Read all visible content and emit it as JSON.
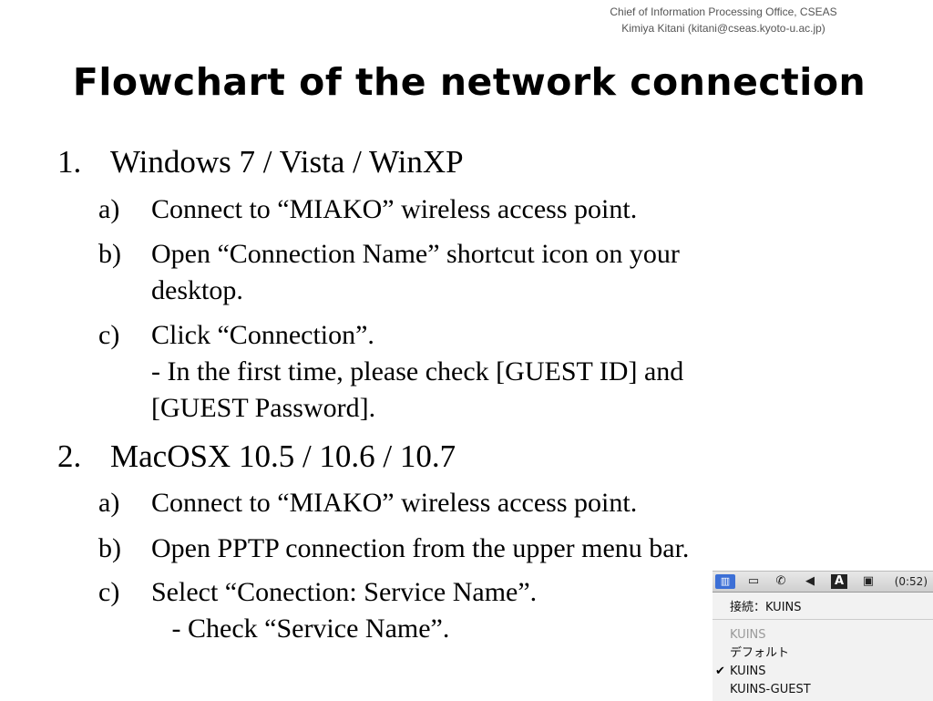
{
  "header": {
    "office": "Chief of Information Processing Office, CSEAS",
    "contact": "Kimiya Kitani (kitani@cseas.kyoto-u.ac.jp)"
  },
  "title": "Flowchart of the network connection",
  "sections": [
    {
      "number": "1.",
      "heading": "Windows 7 / Vista / WinXP",
      "steps": [
        {
          "marker": "a)",
          "lines": [
            "Connect to “MIAKO” wireless access point."
          ]
        },
        {
          "marker": "b)",
          "lines": [
            "Open “Connection Name” shortcut icon on your",
            "desktop."
          ]
        },
        {
          "marker": "c)",
          "lines": [
            "Click “Connection”.",
            "- In the first time, please check [GUEST ID] and",
            "[GUEST Password]."
          ]
        }
      ]
    },
    {
      "number": "2.",
      "heading": "MacOSX 10.5 / 10.6 / 10.7",
      "steps": [
        {
          "marker": "a)",
          "lines": [
            "Connect to “MIAKO” wireless access point."
          ]
        },
        {
          "marker": "b)",
          "lines": [
            "Open PPTP connection from the upper menu bar."
          ]
        },
        {
          "marker": "c)",
          "lines": [
            "Select “Conection: Service Name”.",
            "   - Check “Service Name”."
          ]
        }
      ]
    }
  ],
  "mac_menu": {
    "battery": "(0:52)",
    "status": "接続：KUINS",
    "items": [
      {
        "label": "KUINS",
        "disabled": true,
        "checked": false
      },
      {
        "label": "デフォルト",
        "disabled": false,
        "checked": false
      },
      {
        "label": "KUINS",
        "disabled": false,
        "checked": true
      },
      {
        "label": "KUINS-GUEST",
        "disabled": false,
        "checked": false
      }
    ],
    "check_glyph": "✔"
  }
}
